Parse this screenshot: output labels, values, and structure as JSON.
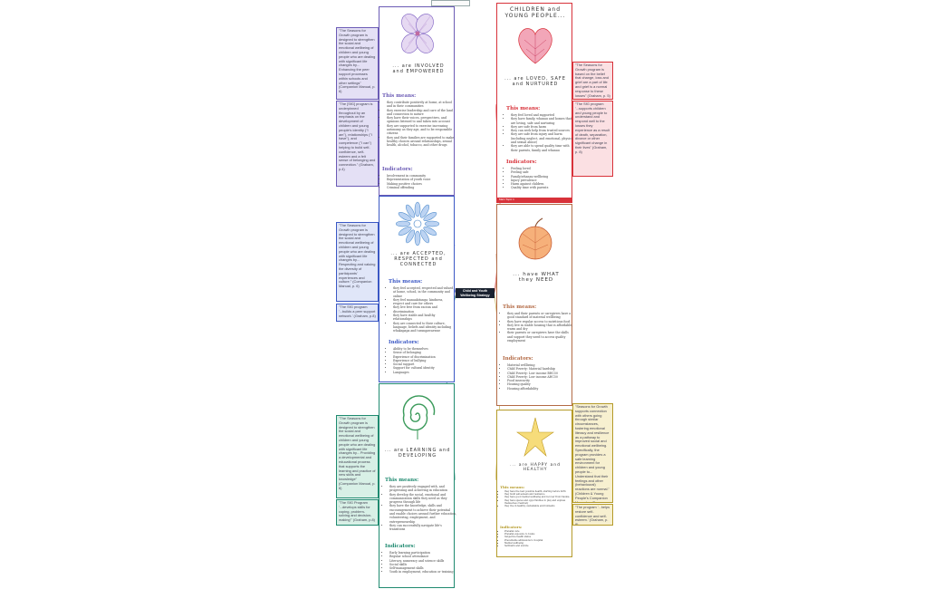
{
  "center_label": "Child and Youth Wellbeing Strategy",
  "tag_label": "Main Topic 1",
  "colors": {
    "purple": "#6b5bb5",
    "blue": "#3b58c4",
    "green": "#1f8a70",
    "red": "#d8323a",
    "orange": "#b36a45",
    "gold": "#b59b2a"
  },
  "cards": {
    "involved": {
      "heading": "... are INVOLVED and EMPOWERED",
      "means_title": "This means:",
      "means": [
        "they contribute positively at home, at school and in their communities",
        "they exercise leadership and care of the land and connection to nature",
        "they have their voices, perspectives, and opinions listened to and taken into account",
        "they are supported to exercise increasing autonomy as they age, and to be responsible citizens",
        "they and their families are supported to make healthy choices around relationships, sexual health, alcohol, tobacco, and other drugs"
      ],
      "ind_title": "Indicators:",
      "indicators": [
        "Involvement in community",
        "Representation of youth voice",
        "Making positive choices",
        "Criminal offending"
      ]
    },
    "accepted": {
      "heading": "... are ACCEPTED, RESPECTED and CONNECTED",
      "means_title": "This means:",
      "means": [
        "they feel accepted, respected and valued at home, school, in the community and online",
        "they feel manaakitanga: kindness, respect and care for others",
        "they live free from racism and discrimination",
        "they have stable and healthy relationships",
        "they are connected to their culture, language, beliefs and identity including whakapapa and turangawaewae"
      ],
      "ind_title": "Indicators:",
      "indicators": [
        "Ability to be themselves",
        "Sense of belonging",
        "Experience of discrimination",
        "Experience of bullying",
        "Social support",
        "Support for cultural identity",
        "Languages"
      ]
    },
    "learning": {
      "heading": "... are LEARNING and DEVELOPING",
      "means_title": "This means:",
      "means": [
        "they are positively engaged with, and progressing and achieving in education",
        "they develop the social, emotional and communication skills they need as they progress through life",
        "they have the knowledge, skills and encouragement to achieve their potential and enable choices around further education, volunteering, employment, and entrepreneurship",
        "they can successfully navigate life's transitions"
      ],
      "ind_title": "Indicators:",
      "indicators": [
        "Early learning participation",
        "Regular school attendance",
        "Literacy, numeracy and science skills",
        "Social skills",
        "Self-management skills",
        "Youth in employment, education or training"
      ]
    },
    "loved": {
      "heading_top": "CHILDREN and YOUNG PEOPLE...",
      "heading": "... are LOVED, SAFE and NURTURED",
      "means_title": "This means:",
      "means": [
        "they feel loved and supported",
        "they have family, whanau and homes that are loving, safe and nurturing",
        "they are safe from harm",
        "they can seek help from trusted sources",
        "they are safe from injury and harm (including neglect, and emotional, physical and sexual abuse)",
        "they are able to spend quality time with their parents, family and whanau"
      ],
      "ind_title": "Indicators:",
      "indicators": [
        "Feeling loved",
        "Feeling safe",
        "Family/whanau wellbeing",
        "Injury prevalence",
        "Harm against children",
        "Quality time with parents"
      ]
    },
    "need": {
      "heading": "... have WHAT they NEED",
      "means_title": "This means:",
      "means": [
        "they and their parents or caregivers have a good standard of material wellbeing",
        "they have regular access to nutritious food",
        "they live in stable housing that is affordable, warm and dry",
        "their parents or caregivers have the skills and support they need to access quality employment"
      ],
      "ind_title": "Indicators:",
      "indicators": [
        "Material wellbeing",
        "Child Poverty: Material hardship",
        "Child Poverty: Low income BHC50",
        "Child Poverty: Low income AHC50",
        "Food insecurity",
        "Housing quality",
        "Housing affordability"
      ]
    },
    "happy": {
      "heading": "... are HAPPY and HEALTHY",
      "means_title": "This means:",
      "means": [
        "they have the best possible health, starting before birth",
        "they build self-esteem and resilience",
        "they have good mental wellbeing and recover from trauma",
        "they have spaces and opportunities to play and express themselves creatively",
        "they live in healthy, sustainable environments"
      ],
      "ind_title": "Indicators:",
      "indicators": [
        "Prenatal care",
        "Prenatal exposure to toxins",
        "Subjective health status",
        "Preventable admissions to hospital",
        "Mental wellbeing",
        "Self-harm and suicide"
      ]
    }
  },
  "notes": {
    "n1": "\"The Seasons for Growth program is designed to strengthen the social and emotional wellbeing of children and young people who are dealing with significant life changes by... Enhancing the peer support processes within schools and other settings\" (Companion Manual, p. 6)",
    "n2": "\"The [SfG] program is underpinned throughout by an emphasis on the development of children and young people's identity (\"I am\"), relationships (\"I have\"), and competence (\"I can\") helping to build self-confidence, self-esteem and a felt sense of belonging and connection.\" (Graham, p.4)",
    "n3": "\"The Seasons for Growth program is designed to strengthen the social and emotional wellbeing of children and young people who are dealing with significant life changes by... Respecting and valuing the diversity of participants' experiences and culture.\" (Companion Manual, p. 6)",
    "n4": "\"The SfG program '...builds a peer support network.' (Graham, p.8)",
    "n5": "\"The Seasons for Growth program is designed to strengthen the social and emotional wellbeing of children and young people who are dealing with significant life changes by... Providing a developmental and educational process that supports the learning and practice of new skills and knowledge\" (Companion Manual, p. 6)",
    "n6": "\"The SfG Program '...develops skills for coping, problem-solving and decision-making'\" (Graham, p.8)",
    "n7": "\"The Seasons for Growth program is based on the belief that change, loss and grief are a part of life and grief is a normal response to these losses\" (Graham, p. 5)",
    "n8": "\"The SfG program '...supports children and young people to understand and respond well to the losses they experience as a result of death, separation, divorce or other significant change in their lives\" (Graham, p. 8)",
    "n9": "\"Seasons for Growth supports connection with others going through similar circumstances, fostering emotional literacy and resilience as a pathway to improved social and emotional wellbeing. Specifically, the program provides a safe learning environment for children and young people to... Understand that their feelings and other (behavioural) reactions are normal.\" (Children & Young People's Companion Manual, p. 7)",
    "n10": "\"The program '...helps restore self-confidence and self-esteem.' (Graham, p. 8)"
  }
}
